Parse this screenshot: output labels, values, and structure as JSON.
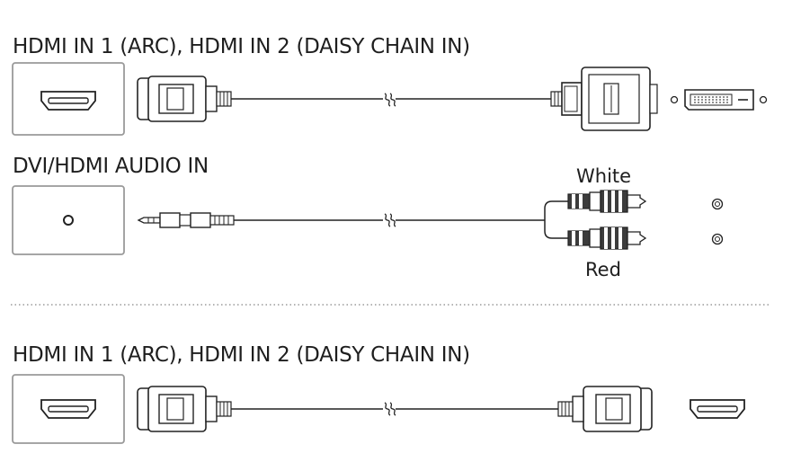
{
  "section1": {
    "heading": "HDMI IN 1 (ARC), HDMI IN 2 (DAISY CHAIN IN)"
  },
  "section2": {
    "heading": "DVI/HDMI AUDIO IN",
    "labels": {
      "white": "White",
      "red": "Red"
    }
  },
  "section3": {
    "heading": "HDMI IN 1 (ARC), HDMI IN 2 (DAISY CHAIN IN)"
  },
  "icons": [
    "hdmi-port-icon",
    "hdmi-plug-icon",
    "dvi-plug-icon",
    "dvi-port-icon",
    "audio-jack-port-icon",
    "stereo-mini-plug-icon",
    "rca-plug-icon",
    "rca-jack-icon",
    "cable-break-icon"
  ],
  "colors": {
    "line": "#222222",
    "panel_border": "#9a9a9a",
    "plug_fill": "#3c3c3c"
  }
}
